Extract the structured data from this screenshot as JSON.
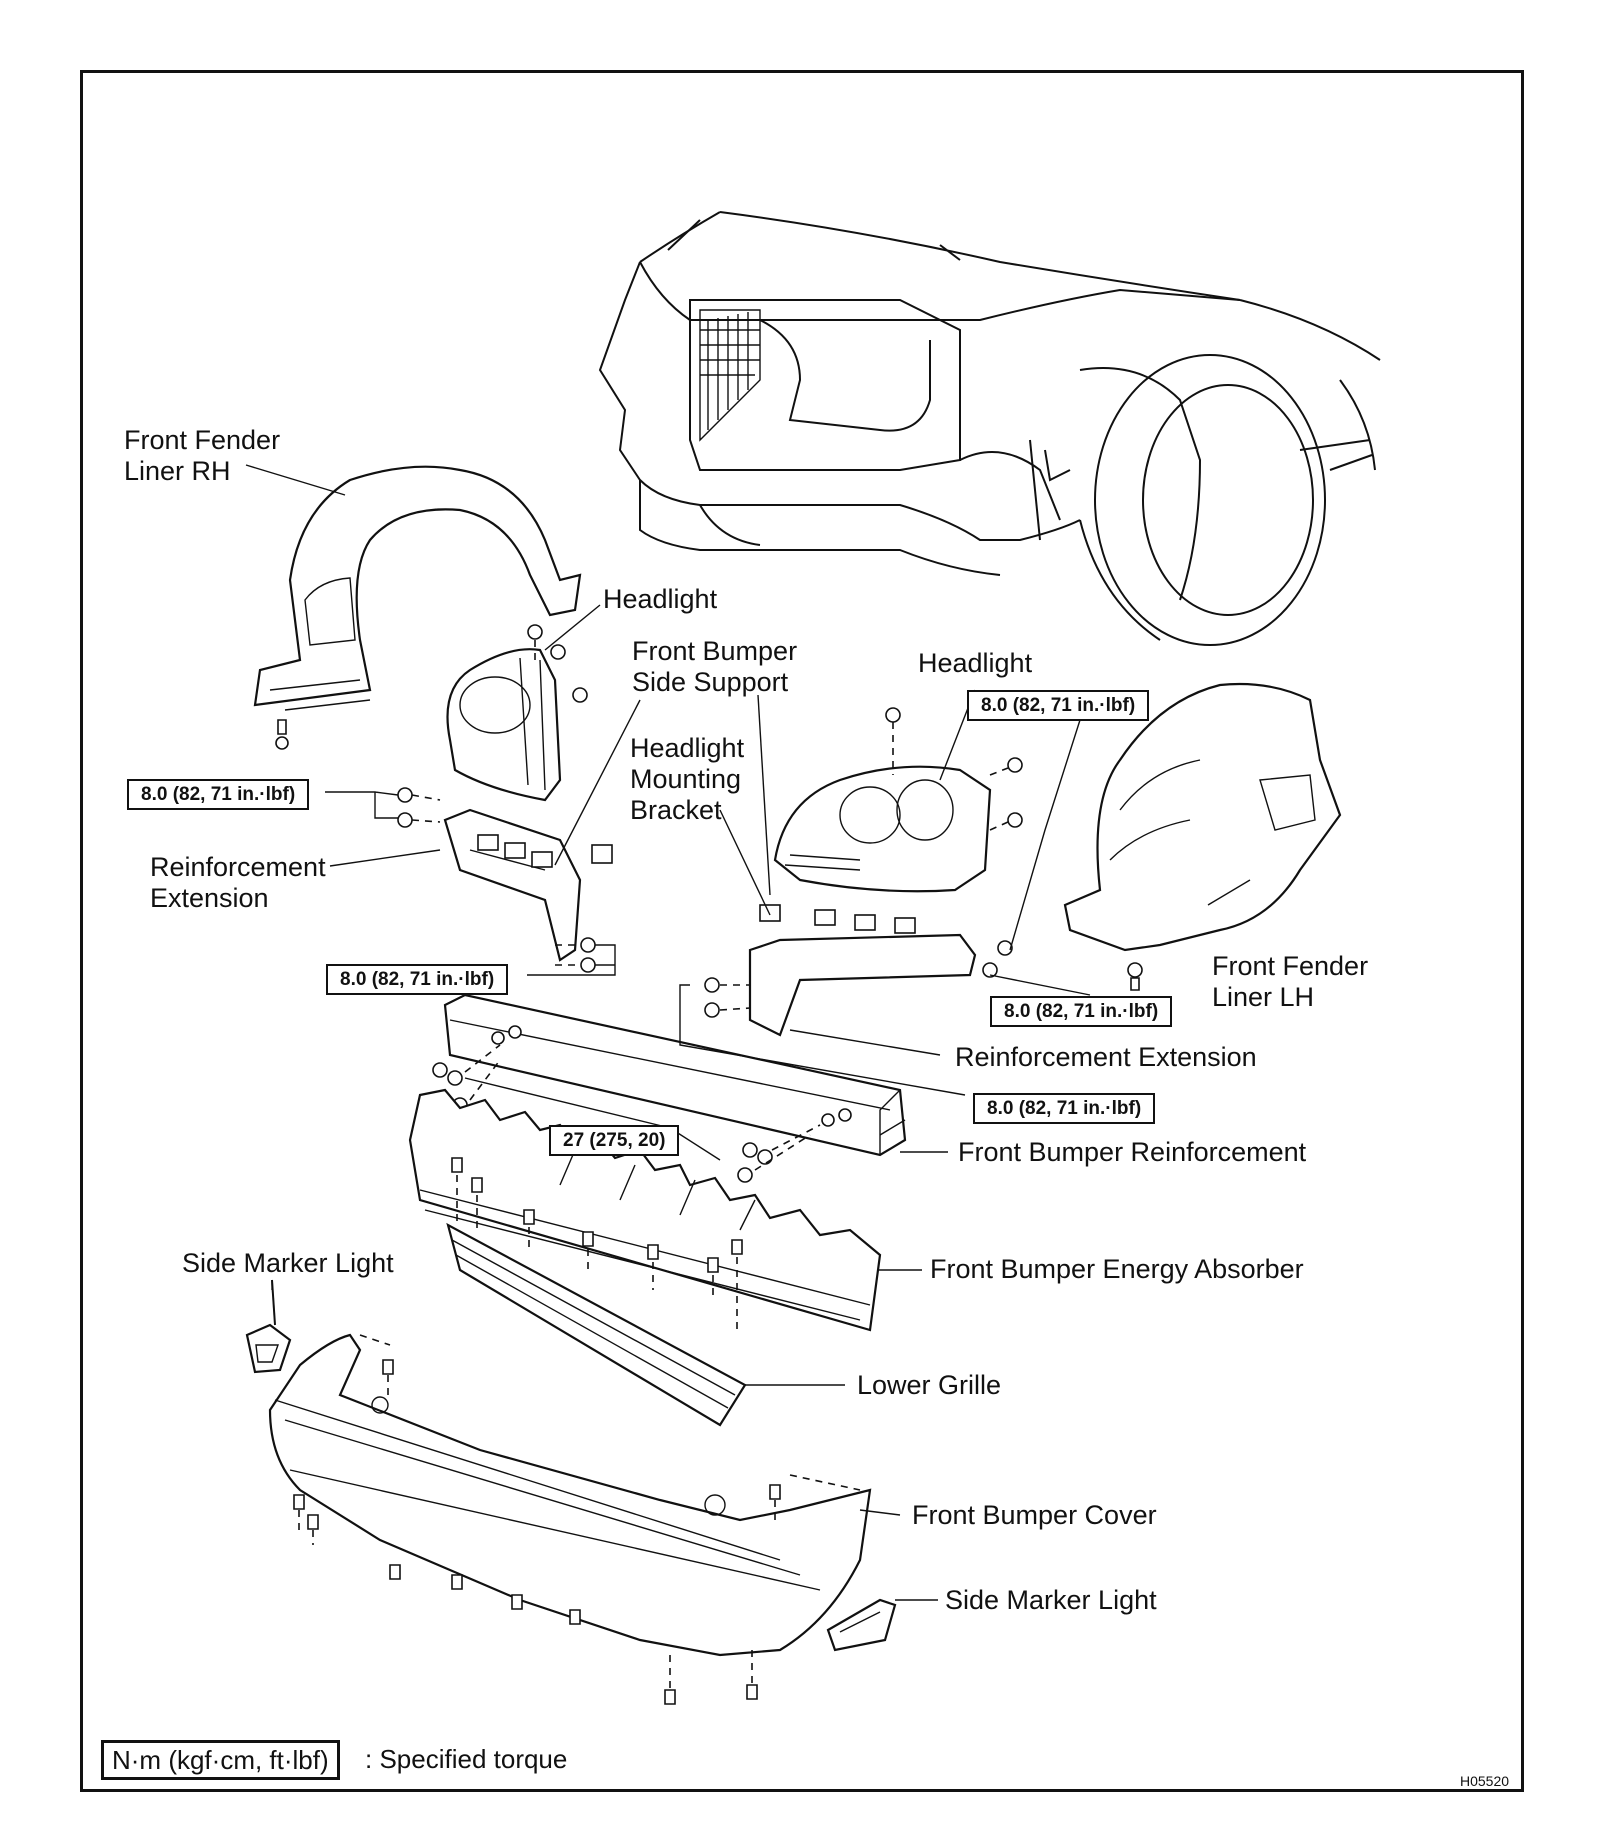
{
  "labels": {
    "front_fender_liner_rh": "Front Fender\nLiner RH",
    "headlight_rh": "Headlight",
    "front_bumper_side_support": "Front Bumper\nSide Support",
    "headlight_mounting_bracket": "Headlight\nMounting\nBracket",
    "headlight_lh": "Headlight",
    "reinforcement_extension_rh": "Reinforcement\nExtension",
    "front_fender_liner_lh": "Front Fender\nLiner LH",
    "reinforcement_extension_lh": "Reinforcement Extension",
    "front_bumper_reinforcement": "Front Bumper Reinforcement",
    "front_bumper_energy_absorber": "Front Bumper Energy Absorber",
    "side_marker_light_rh": "Side Marker Light",
    "lower_grille": "Lower Grille",
    "front_bumper_cover": "Front Bumper Cover",
    "side_marker_light_lh": "Side Marker Light"
  },
  "torque": {
    "ext_rh_upper": "8.0 (82, 71 in.·lbf)",
    "ext_rh_lower": "8.0 (82, 71 in.·lbf)",
    "liner_lh_upper": "8.0 (82, 71 in.·lbf)",
    "liner_lh_lower": "8.0 (82, 71 in.·lbf)",
    "ext_lh": "8.0 (82, 71 in.·lbf)",
    "reinforcement": "27 (275, 20)"
  },
  "legend": {
    "unit_box": "N·m (kgf·cm, ft·lbf)",
    "description": ": Specified torque"
  },
  "figure_code": "H05520"
}
